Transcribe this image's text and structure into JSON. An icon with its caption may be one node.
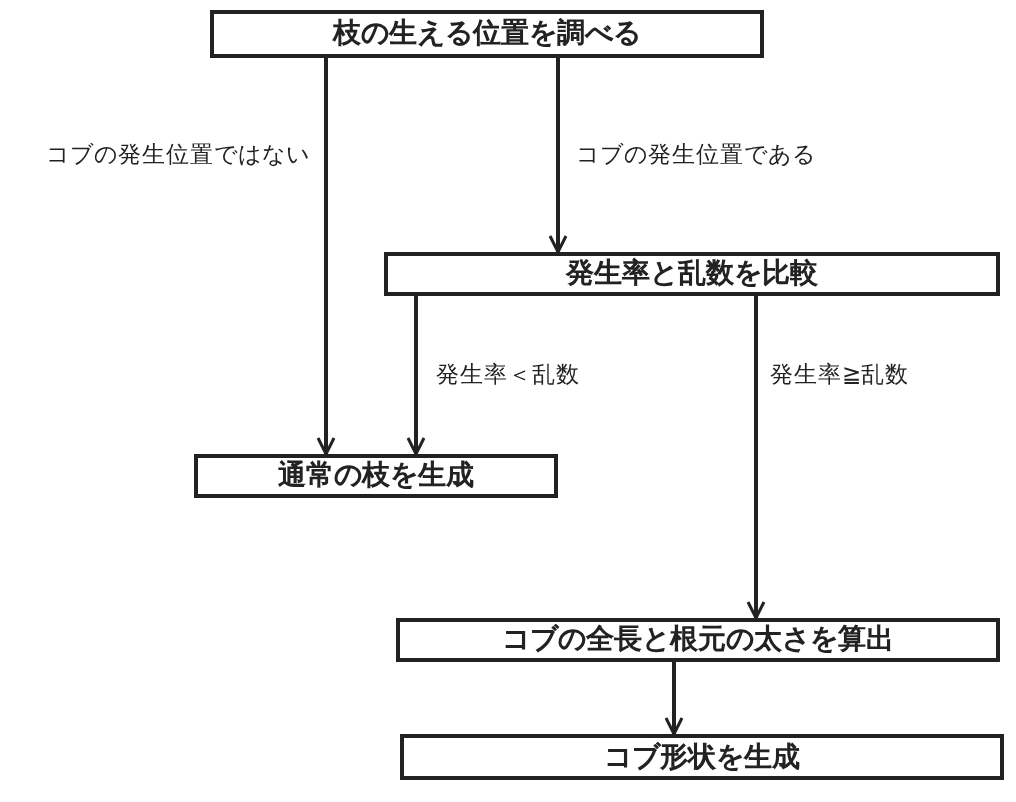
{
  "diagram": {
    "nodes": [
      {
        "text": [
          "枝の生える位置を調べる"
        ]
      },
      {
        "text": [
          "発生率と乱数を比較"
        ]
      },
      {
        "text": [
          "通常の枝を生成"
        ]
      },
      {
        "text": [
          "コブの全長と根元の太さを算出"
        ]
      },
      {
        "text": [
          "コブ形状を生成"
        ]
      }
    ],
    "edges": [
      {
        "from": 0,
        "to": 2,
        "arrow": "to",
        "label": "コブの発生位置ではない"
      },
      {
        "from": 0,
        "to": 1,
        "arrow": "to",
        "label": "コブの発生位置である"
      },
      {
        "from": 1,
        "to": 2,
        "arrow": "to",
        "label": "発生率＜乱数"
      },
      {
        "from": 1,
        "to": 3,
        "arrow": "to",
        "label": "発生率≧乱数"
      },
      {
        "from": 3,
        "to": 4,
        "arrow": "to"
      }
    ]
  }
}
